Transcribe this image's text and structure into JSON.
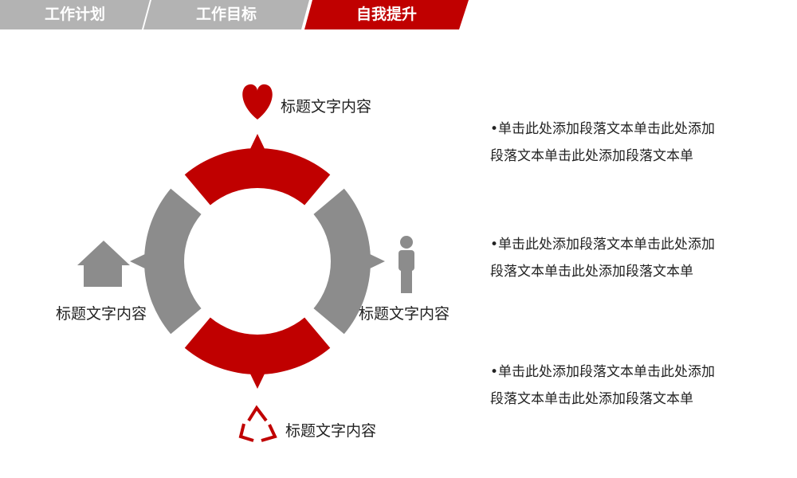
{
  "tabs": [
    {
      "label": "工作计划",
      "active": false
    },
    {
      "label": "工作目标",
      "active": false
    },
    {
      "label": "自我提升",
      "active": true
    }
  ],
  "colors": {
    "accent": "#c00000",
    "gray": "#8c8c8c",
    "tab_gray": "#b3b3b3"
  },
  "diagram": {
    "top_label": "标题文字内容",
    "left_label": "标题文字内容",
    "right_label": "标题文字内容",
    "bottom_label": "标题文字内容"
  },
  "paragraphs": [
    {
      "line1": "•单击此处添加段落文本单击此处添加",
      "line2": "段落文本单击此处添加段落文本单"
    },
    {
      "line1": "•单击此处添加段落文本单击此处添加",
      "line2": "段落文本单击此处添加段落文本单"
    },
    {
      "line1": "•单击此处添加段落文本单击此处添加",
      "line2": "段落文本单击此处添加段落文本单"
    }
  ]
}
